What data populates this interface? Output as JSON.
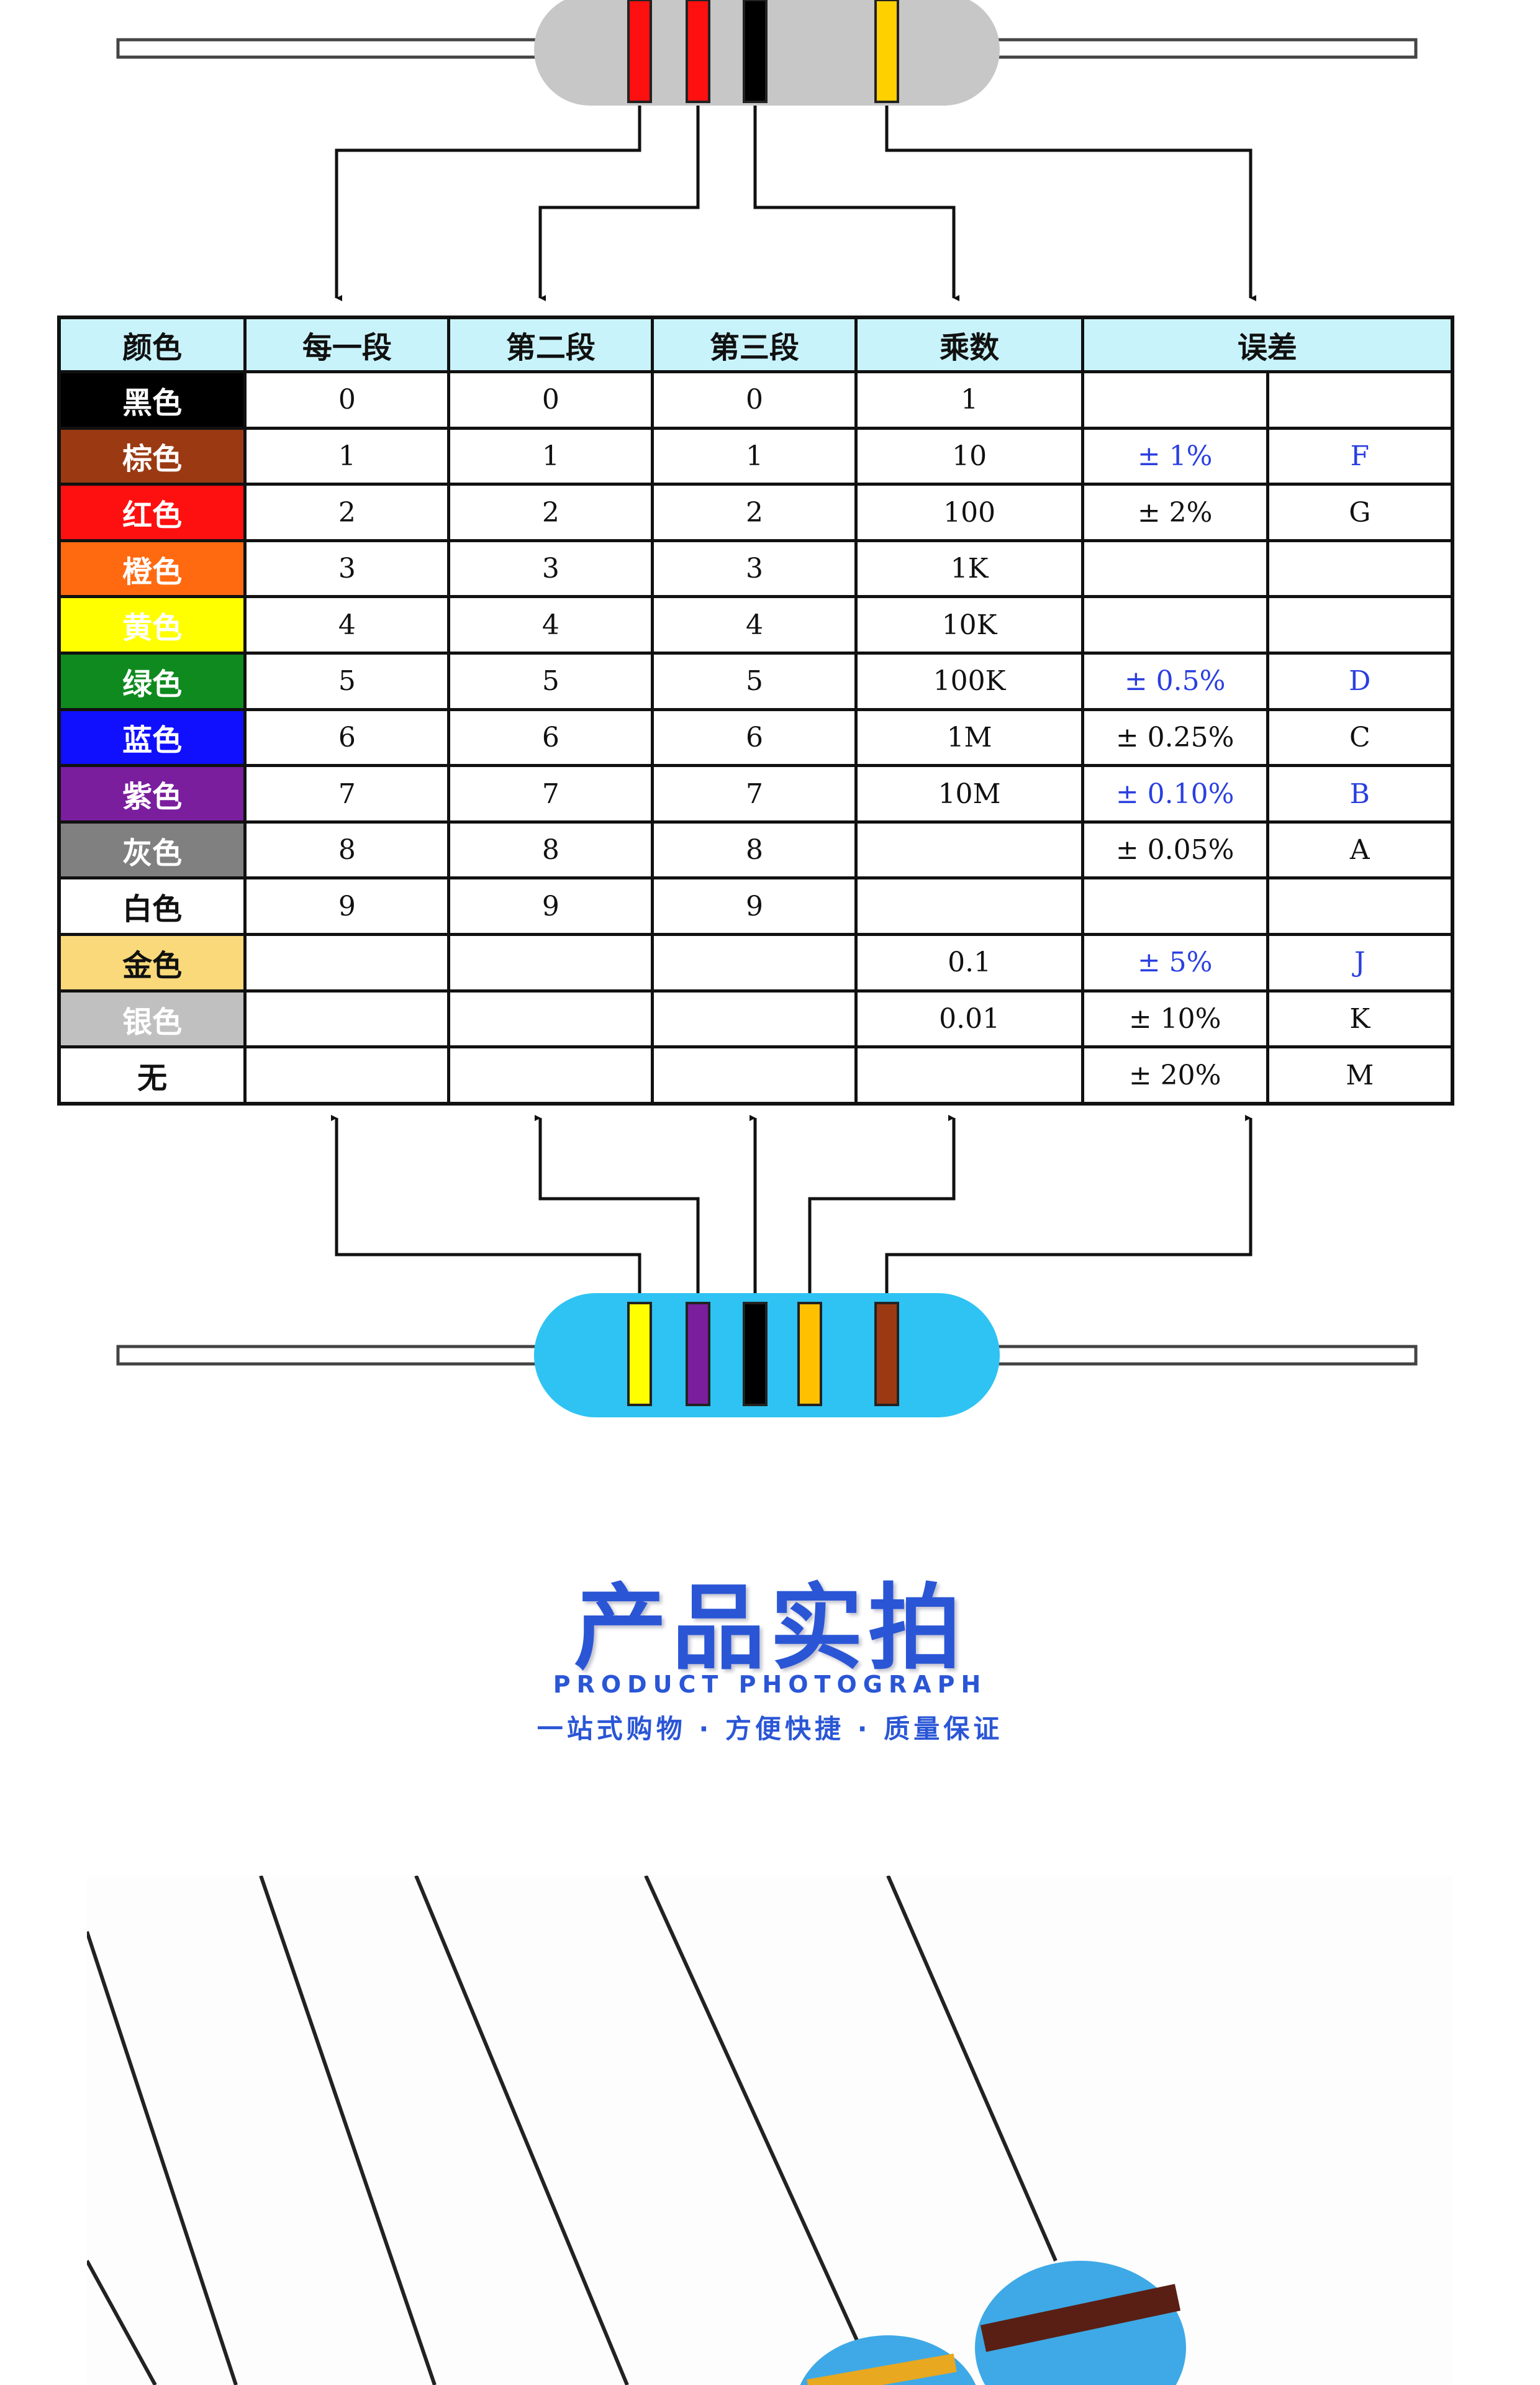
{
  "table": {
    "headers": [
      "颜色",
      "每一段",
      "第二段",
      "第三段",
      "乘数",
      "误差"
    ],
    "rows": [
      {
        "color_name": "黑色",
        "swatch": "#000000",
        "text_color": "#ffffff",
        "d1": "0",
        "d2": "0",
        "d3": "0",
        "multiplier": "1",
        "tolerance": "",
        "code": "",
        "blue": false
      },
      {
        "color_name": "棕色",
        "swatch": "#9b3a12",
        "text_color": "#ffffff",
        "d1": "1",
        "d2": "1",
        "d3": "1",
        "multiplier": "10",
        "tolerance": "± 1%",
        "code": "F",
        "blue": true
      },
      {
        "color_name": "红色",
        "swatch": "#ff1010",
        "text_color": "#ffffff",
        "d1": "2",
        "d2": "2",
        "d3": "2",
        "multiplier": "100",
        "tolerance": "± 2%",
        "code": "G",
        "blue": false
      },
      {
        "color_name": "橙色",
        "swatch": "#ff6a10",
        "text_color": "#ffffff",
        "d1": "3",
        "d2": "3",
        "d3": "3",
        "multiplier": "1K",
        "tolerance": "",
        "code": "",
        "blue": false
      },
      {
        "color_name": "黄色",
        "swatch": "#ffff00",
        "text_color": "#ffffff",
        "d1": "4",
        "d2": "4",
        "d3": "4",
        "multiplier": "10K",
        "tolerance": "",
        "code": "",
        "blue": false
      },
      {
        "color_name": "绿色",
        "swatch": "#0f8a1e",
        "text_color": "#ffffff",
        "d1": "5",
        "d2": "5",
        "d3": "5",
        "multiplier": "100K",
        "tolerance": "± 0.5%",
        "code": "D",
        "blue": true
      },
      {
        "color_name": "蓝色",
        "swatch": "#1010ff",
        "text_color": "#ffffff",
        "d1": "6",
        "d2": "6",
        "d3": "6",
        "multiplier": "1M",
        "tolerance": "± 0.25%",
        "code": "C",
        "blue": false
      },
      {
        "color_name": "紫色",
        "swatch": "#7a1e9e",
        "text_color": "#ffffff",
        "d1": "7",
        "d2": "7",
        "d3": "7",
        "multiplier": "10M",
        "tolerance": "± 0.10%",
        "code": "B",
        "blue": true
      },
      {
        "color_name": "灰色",
        "swatch": "#808080",
        "text_color": "#ffffff",
        "d1": "8",
        "d2": "8",
        "d3": "8",
        "multiplier": "",
        "tolerance": "± 0.05%",
        "code": "A",
        "blue": false
      },
      {
        "color_name": "白色",
        "swatch": "#ffffff",
        "text_color": "#111111",
        "d1": "9",
        "d2": "9",
        "d3": "9",
        "multiplier": "",
        "tolerance": "",
        "code": "",
        "blue": false
      },
      {
        "color_name": "金色",
        "swatch": "#f9d97a",
        "text_color": "#111111",
        "d1": "",
        "d2": "",
        "d3": "",
        "multiplier": "0.1",
        "tolerance": "± 5%",
        "code": "J",
        "blue": true
      },
      {
        "color_name": "银色",
        "swatch": "#c0c0c0",
        "text_color": "#ffffff",
        "d1": "",
        "d2": "",
        "d3": "",
        "multiplier": "0.01",
        "tolerance": "± 10%",
        "code": "K",
        "blue": false
      },
      {
        "color_name": "无",
        "swatch": "#ffffff",
        "text_color": "#111111",
        "d1": "",
        "d2": "",
        "d3": "",
        "multiplier": "",
        "tolerance": "± 20%",
        "code": "M",
        "blue": false
      }
    ]
  },
  "top_resistor": {
    "body_color": "#c7c7c7",
    "bands": [
      "#ff1010",
      "#ff1010",
      "#000000",
      "#ffd000"
    ]
  },
  "bottom_resistor": {
    "body_color": "#2ec3f2",
    "bands": [
      "#ffff00",
      "#7a1e9e",
      "#000000",
      "#ffc000",
      "#9b3a12"
    ]
  },
  "section": {
    "title": "产品实拍",
    "subtitle": "PRODUCT PHOTOGRAPH",
    "tagline": "一站式购物 · 方便快捷 · 质量保证"
  },
  "colors": {
    "accent": "#2a56d6",
    "header_bg": "#c9f3fb",
    "tolerance_blue": "#2a3fe0"
  }
}
